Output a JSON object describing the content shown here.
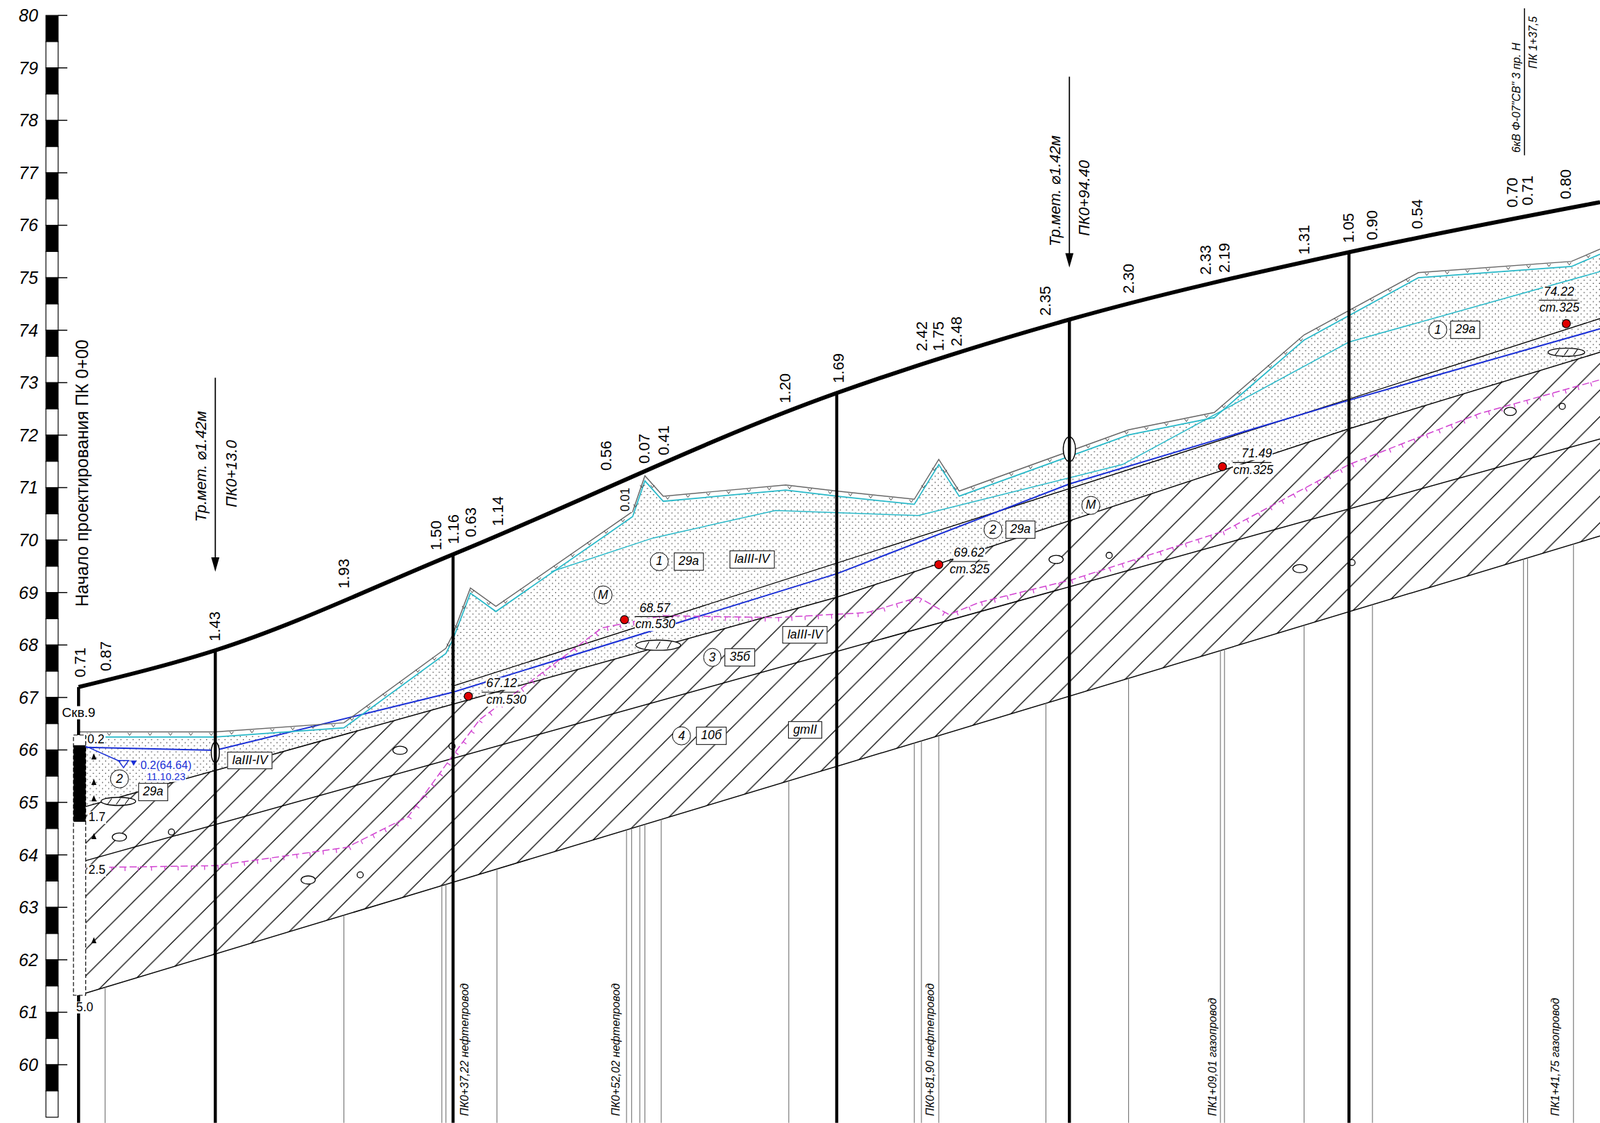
{
  "diagram": {
    "nodes": [
      {
        "text": [
          "2"
        ]
      },
      {
        "text": [
          "29а"
        ]
      },
      {
        "text": [
          "laIII-IV"
        ]
      },
      {
        "text": [
          "1"
        ]
      },
      {
        "text": [
          "29а"
        ]
      },
      {
        "text": [
          "laIII-IV"
        ]
      },
      {
        "text": [
          "М"
        ]
      },
      {
        "text": [
          "laIII-IV"
        ]
      },
      {
        "text": [
          "3"
        ]
      },
      {
        "text": [
          "35б"
        ]
      },
      {
        "text": [
          "4"
        ]
      },
      {
        "text": [
          "10б"
        ]
      },
      {
        "text": [
          "gmII"
        ]
      },
      {
        "text": [
          "2"
        ]
      },
      {
        "text": [
          "29а"
        ]
      },
      {
        "text": [
          "М"
        ]
      },
      {
        "text": [
          "1"
        ]
      },
      {
        "text": [
          "29а"
        ]
      }
    ],
    "labels": [
      "80",
      "79",
      "78",
      "77",
      "76",
      "75",
      "74",
      "73",
      "72",
      "71",
      "70",
      "69",
      "68",
      "67",
      "66",
      "65",
      "64",
      "63",
      "62",
      "61",
      "60",
      "Начало проектирования ПК 0+00",
      "0.71",
      "0.87",
      "1.43",
      "1.93",
      "1.50",
      "1.16",
      "0.63",
      "1.14",
      "0.56",
      "0.01",
      "0.07",
      "0.41",
      "1.20",
      "1.69",
      "2.42",
      "1.75",
      "2.48",
      "2.35",
      "2.30",
      "2.33",
      "2.19",
      "1.31",
      "1.05",
      "0.90",
      "0.54",
      "0.70",
      "0.71",
      "0.80",
      "Тр.мет. ⌀1.42м",
      "ПК0+13.0",
      "Тр.мет. ⌀1.42м",
      "ПК0+94.40",
      "6кВ Ф-07\"СВ\" 3 пр. Н",
      "ПК 1+37,5",
      "Скв.9",
      "0.2",
      "1.7",
      "2.5",
      "5.0",
      "0.2(64.64)",
      "11.10.23",
      "67.12",
      "ст.530",
      "68.57",
      "ст.530",
      "69.62",
      "ст.325",
      "71.49",
      "ст.325",
      "74.22",
      "ст.325",
      "ПК0+37,22 нефтепровод",
      "ПК0+52,02 нефтепровод",
      "ПК0+81,90 нефтепровод",
      "ПК1+09,01 газопровод",
      "ПК1+41,75 газопровод"
    ]
  }
}
